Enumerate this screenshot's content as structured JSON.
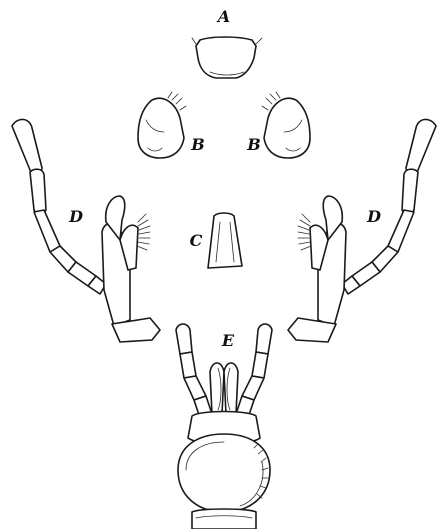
{
  "figure": {
    "labels": {
      "A": "A",
      "B_left": "B",
      "B_right": "B",
      "C": "C",
      "D_left": "D",
      "D_right": "D",
      "E": "E"
    },
    "ink_color": "#1a1a1a",
    "background": "#ffffff"
  }
}
